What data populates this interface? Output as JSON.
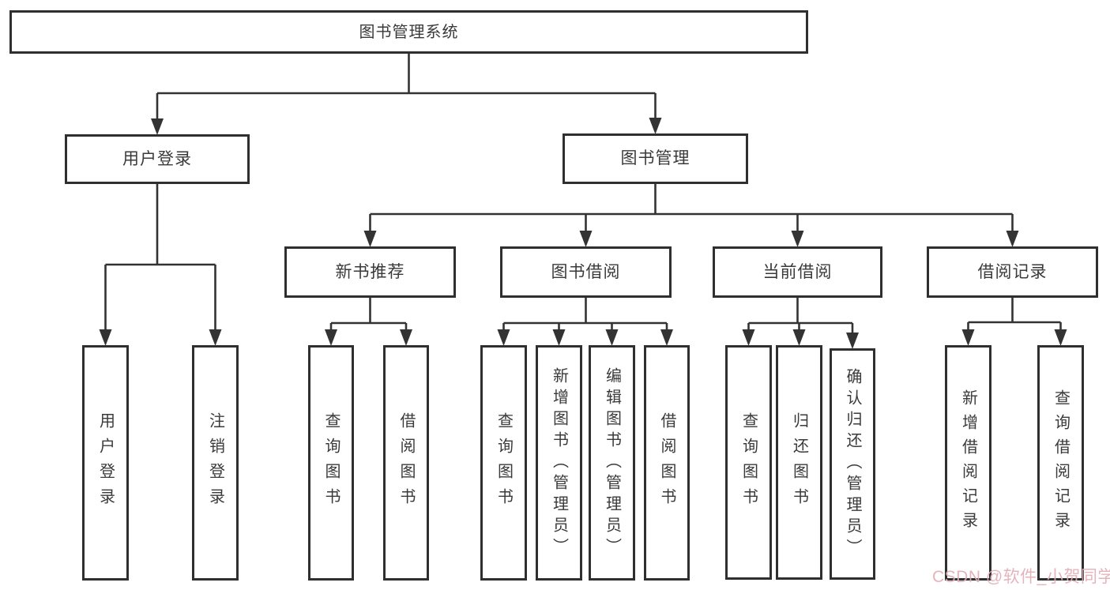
{
  "diagram": {
    "title": "图书管理系统",
    "watermark": "CSDN @软件_小贺同学",
    "colors": {
      "background": "#ffffff",
      "box_border": "#2f2f2f",
      "connector_line": "#333333",
      "text": "#3a3a3a",
      "watermark": "#e3aeb6"
    },
    "tree": {
      "id": "root",
      "label": "图书管理系统",
      "children": [
        {
          "id": "login",
          "label": "用户登录",
          "children": [
            {
              "id": "login-user",
              "label": "用户登录"
            },
            {
              "id": "login-out",
              "label": "注销登录"
            }
          ]
        },
        {
          "id": "mgmt",
          "label": "图书管理",
          "children": [
            {
              "id": "newbook",
              "label": "新书推荐",
              "children": [
                {
                  "id": "nb-query",
                  "label": "查询图书"
                },
                {
                  "id": "nb-borrow",
                  "label": "借阅图书"
                }
              ]
            },
            {
              "id": "borrow",
              "label": "图书借阅",
              "children": [
                {
                  "id": "b-query",
                  "label": "查询图书"
                },
                {
                  "id": "b-add",
                  "label": "新增图书（管理员）"
                },
                {
                  "id": "b-edit",
                  "label": "编辑图书（管理员）"
                },
                {
                  "id": "b-borrow",
                  "label": "借阅图书"
                }
              ]
            },
            {
              "id": "current",
              "label": "当前借阅",
              "children": [
                {
                  "id": "c-query",
                  "label": "查询图书"
                },
                {
                  "id": "c-return",
                  "label": "归还图书"
                },
                {
                  "id": "c-confirm",
                  "label": "确认归还（管理员）"
                }
              ]
            },
            {
              "id": "record",
              "label": "借阅记录",
              "children": [
                {
                  "id": "r-add",
                  "label": "新增借阅记录"
                },
                {
                  "id": "r-query",
                  "label": "查询借阅记录"
                }
              ]
            }
          ]
        }
      ]
    }
  }
}
